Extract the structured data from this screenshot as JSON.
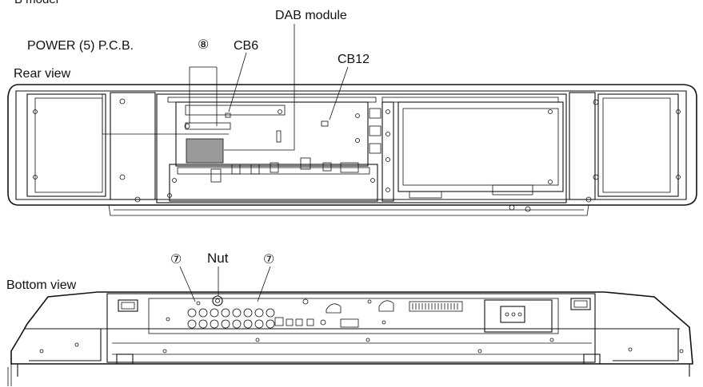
{
  "header": {
    "model_label": "B model"
  },
  "rear_view": {
    "title": "Rear view",
    "callouts": {
      "power_pcb": "POWER (5) P.C.B.",
      "screw_8": "⑧",
      "cb6": "CB6",
      "dab_module": "DAB module",
      "cb12": "CB12"
    }
  },
  "bottom_view": {
    "title": "Bottom view",
    "callouts": {
      "screw_7_left": "⑦",
      "nut": "Nut",
      "screw_7_right": "⑦"
    }
  }
}
